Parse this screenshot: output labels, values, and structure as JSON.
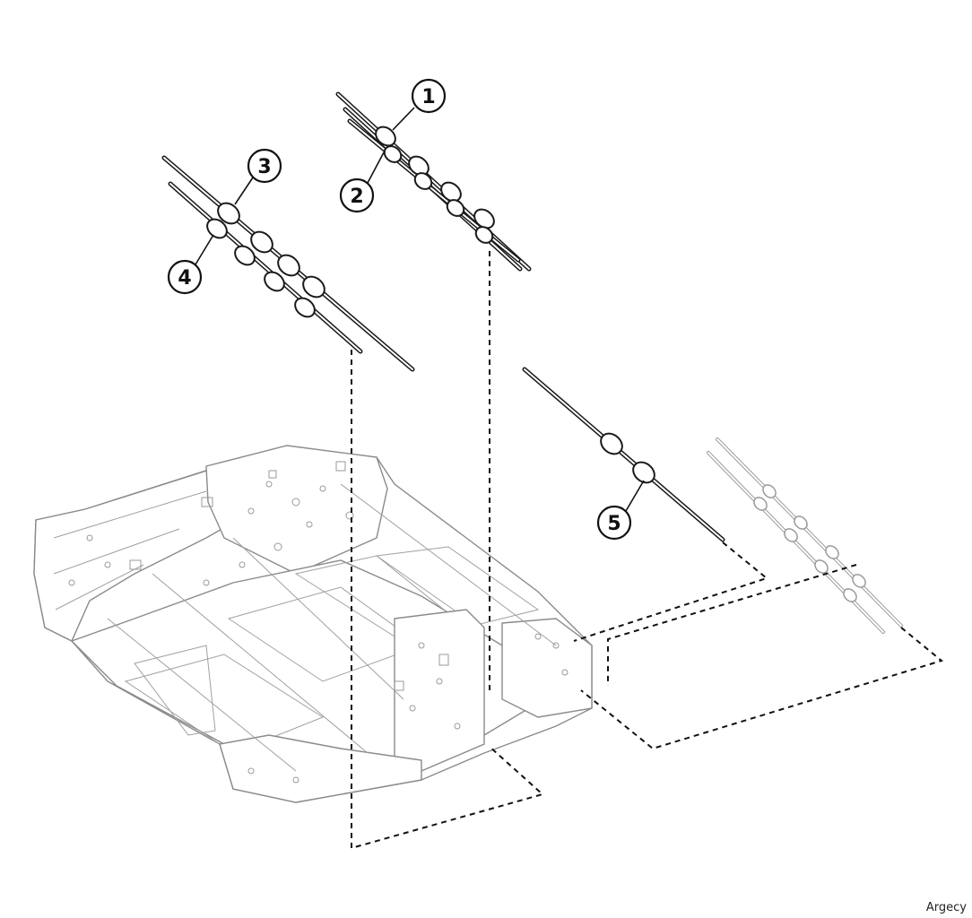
{
  "callouts": [
    {
      "label": "1"
    },
    {
      "label": "2"
    },
    {
      "label": "3"
    },
    {
      "label": "4"
    },
    {
      "label": "5"
    }
  ],
  "watermark": "Argecy"
}
